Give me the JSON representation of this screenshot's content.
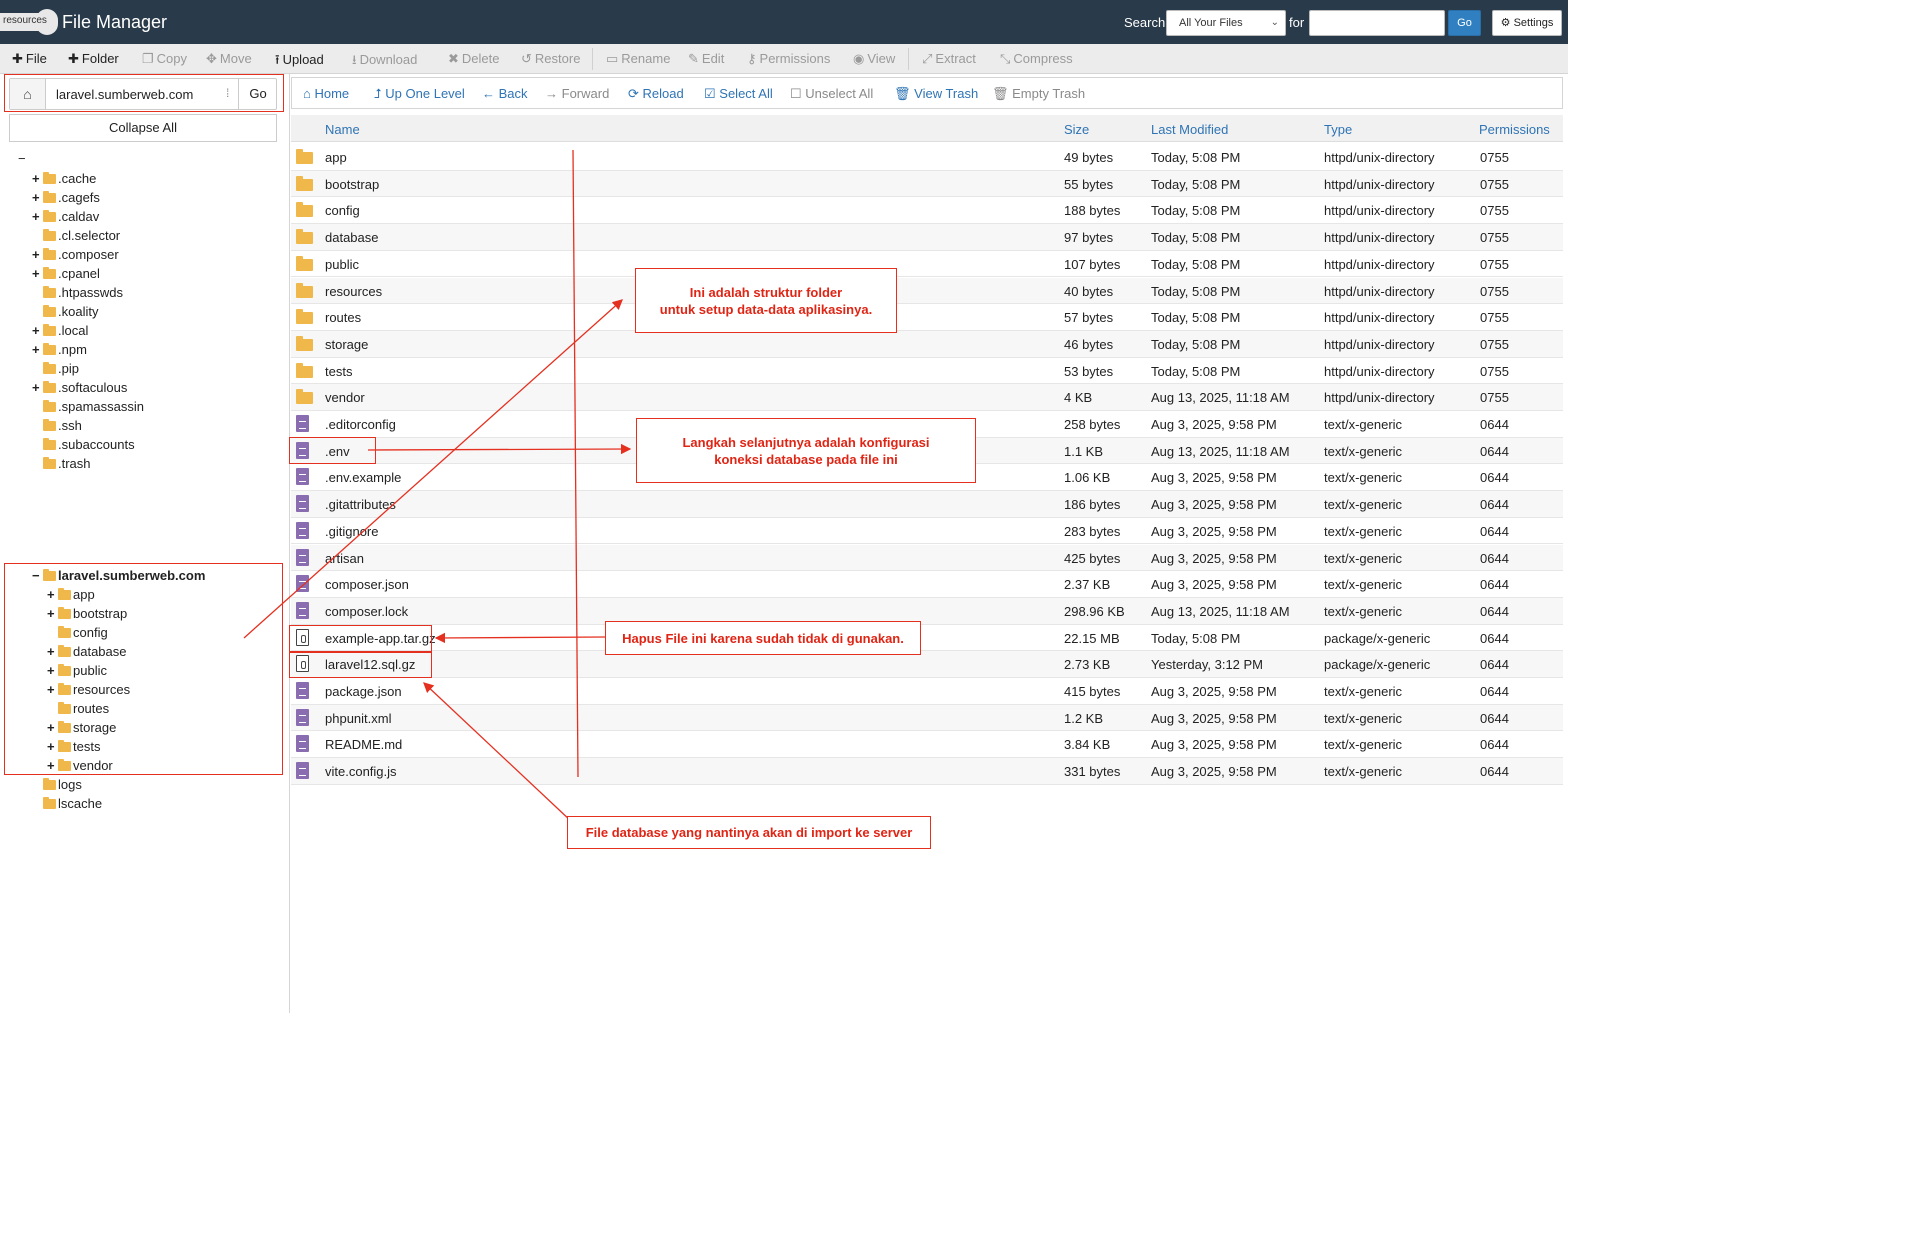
{
  "header": {
    "badge": "resources",
    "title": "File Manager",
    "search_label": "Search",
    "search_scope": "All Your Files",
    "for_label": "for",
    "search_value": "",
    "go_label": "Go",
    "settings_label": "Settings"
  },
  "toolbar": {
    "items": [
      {
        "icon": "plus-icon",
        "label": "File"
      },
      {
        "icon": "plus-icon",
        "label": "Folder"
      },
      {
        "icon": "copy-icon",
        "label": "Copy"
      },
      {
        "icon": "move-icon",
        "label": "Move"
      },
      {
        "icon": "upload-icon",
        "label": "Upload"
      },
      {
        "icon": "download-icon",
        "label": "Download"
      },
      {
        "icon": "delete-icon",
        "label": "Delete"
      },
      {
        "icon": "restore-icon",
        "label": "Restore"
      },
      {
        "icon": "rename-icon",
        "label": "Rename"
      },
      {
        "icon": "edit-icon",
        "label": "Edit"
      },
      {
        "icon": "key-icon",
        "label": "Permissions"
      },
      {
        "icon": "eye-icon",
        "label": "View"
      },
      {
        "icon": "extract-icon",
        "label": "Extract"
      },
      {
        "icon": "compress-icon",
        "label": "Compress"
      }
    ]
  },
  "sidebar": {
    "path_value": "laravel.sumberweb.com",
    "go_label": "Go",
    "collapse_label": "Collapse All",
    "root_symbol": "−",
    "tree": [
      {
        "label": ".cache",
        "expand": "+"
      },
      {
        "label": ".cagefs",
        "expand": "+"
      },
      {
        "label": ".caldav",
        "expand": "+"
      },
      {
        "label": ".cl.selector",
        "expand": ""
      },
      {
        "label": ".composer",
        "expand": "+"
      },
      {
        "label": ".cpanel",
        "expand": "+"
      },
      {
        "label": ".htpasswds",
        "expand": ""
      },
      {
        "label": ".koality",
        "expand": ""
      },
      {
        "label": ".local",
        "expand": "+"
      },
      {
        "label": ".npm",
        "expand": "+"
      },
      {
        "label": ".pip",
        "expand": ""
      },
      {
        "label": ".softaculous",
        "expand": "+"
      },
      {
        "label": ".spamassassin",
        "expand": ""
      },
      {
        "label": ".ssh",
        "expand": ""
      },
      {
        "label": ".subaccounts",
        "expand": ""
      },
      {
        "label": ".trash",
        "expand": ""
      }
    ],
    "site": {
      "label": "laravel.sumberweb.com",
      "expand": "−",
      "children": [
        {
          "label": "app",
          "expand": "+"
        },
        {
          "label": "bootstrap",
          "expand": "+"
        },
        {
          "label": "config",
          "expand": ""
        },
        {
          "label": "database",
          "expand": "+"
        },
        {
          "label": "public",
          "expand": "+"
        },
        {
          "label": "resources",
          "expand": "+"
        },
        {
          "label": "routes",
          "expand": ""
        },
        {
          "label": "storage",
          "expand": "+"
        },
        {
          "label": "tests",
          "expand": "+"
        },
        {
          "label": "vendor",
          "expand": "+"
        }
      ]
    },
    "after": [
      {
        "label": "logs",
        "expand": ""
      },
      {
        "label": "lscache",
        "expand": ""
      }
    ]
  },
  "navbar": {
    "items": [
      {
        "icon": "home-icon",
        "label": "Home",
        "enabled": true
      },
      {
        "icon": "up-level-icon",
        "label": "Up One Level",
        "enabled": true
      },
      {
        "icon": "back-icon",
        "label": "Back",
        "enabled": true
      },
      {
        "icon": "forward-icon",
        "label": "Forward",
        "enabled": false
      },
      {
        "icon": "reload-icon",
        "label": "Reload",
        "enabled": true
      },
      {
        "icon": "checkbox-checked-icon",
        "label": "Select All",
        "enabled": true
      },
      {
        "icon": "checkbox-empty-icon",
        "label": "Unselect All",
        "enabled": false
      },
      {
        "icon": "trash-icon",
        "label": "View Trash",
        "enabled": true
      },
      {
        "icon": "trash-icon",
        "label": "Empty Trash",
        "enabled": false
      }
    ]
  },
  "table": {
    "columns": [
      "Name",
      "Size",
      "Last Modified",
      "Type",
      "Permissions"
    ],
    "rows": [
      {
        "icon": "folder-icon",
        "name": "app",
        "size": "49 bytes",
        "modified": "Today, 5:08 PM",
        "type": "httpd/unix-directory",
        "perms": "0755"
      },
      {
        "icon": "folder-icon",
        "name": "bootstrap",
        "size": "55 bytes",
        "modified": "Today, 5:08 PM",
        "type": "httpd/unix-directory",
        "perms": "0755"
      },
      {
        "icon": "folder-icon",
        "name": "config",
        "size": "188 bytes",
        "modified": "Today, 5:08 PM",
        "type": "httpd/unix-directory",
        "perms": "0755"
      },
      {
        "icon": "folder-icon",
        "name": "database",
        "size": "97 bytes",
        "modified": "Today, 5:08 PM",
        "type": "httpd/unix-directory",
        "perms": "0755"
      },
      {
        "icon": "folder-icon",
        "name": "public",
        "size": "107 bytes",
        "modified": "Today, 5:08 PM",
        "type": "httpd/unix-directory",
        "perms": "0755"
      },
      {
        "icon": "folder-icon",
        "name": "resources",
        "size": "40 bytes",
        "modified": "Today, 5:08 PM",
        "type": "httpd/unix-directory",
        "perms": "0755"
      },
      {
        "icon": "folder-icon",
        "name": "routes",
        "size": "57 bytes",
        "modified": "Today, 5:08 PM",
        "type": "httpd/unix-directory",
        "perms": "0755"
      },
      {
        "icon": "folder-icon",
        "name": "storage",
        "size": "46 bytes",
        "modified": "Today, 5:08 PM",
        "type": "httpd/unix-directory",
        "perms": "0755"
      },
      {
        "icon": "folder-icon",
        "name": "tests",
        "size": "53 bytes",
        "modified": "Today, 5:08 PM",
        "type": "httpd/unix-directory",
        "perms": "0755"
      },
      {
        "icon": "folder-icon",
        "name": "vendor",
        "size": "4 KB",
        "modified": "Aug 13, 2025, 11:18 AM",
        "type": "httpd/unix-directory",
        "perms": "0755"
      },
      {
        "icon": "text-file-icon",
        "name": ".editorconfig",
        "size": "258 bytes",
        "modified": "Aug 3, 2025, 9:58 PM",
        "type": "text/x-generic",
        "perms": "0644"
      },
      {
        "icon": "text-file-icon",
        "name": ".env",
        "size": "1.1 KB",
        "modified": "Aug 13, 2025, 11:18 AM",
        "type": "text/x-generic",
        "perms": "0644"
      },
      {
        "icon": "text-file-icon",
        "name": ".env.example",
        "size": "1.06 KB",
        "modified": "Aug 3, 2025, 9:58 PM",
        "type": "text/x-generic",
        "perms": "0644"
      },
      {
        "icon": "text-file-icon",
        "name": ".gitattributes",
        "size": "186 bytes",
        "modified": "Aug 3, 2025, 9:58 PM",
        "type": "text/x-generic",
        "perms": "0644"
      },
      {
        "icon": "text-file-icon",
        "name": ".gitignore",
        "size": "283 bytes",
        "modified": "Aug 3, 2025, 9:58 PM",
        "type": "text/x-generic",
        "perms": "0644"
      },
      {
        "icon": "text-file-icon",
        "name": "artisan",
        "size": "425 bytes",
        "modified": "Aug 3, 2025, 9:58 PM",
        "type": "text/x-generic",
        "perms": "0644"
      },
      {
        "icon": "text-file-icon",
        "name": "composer.json",
        "size": "2.37 KB",
        "modified": "Aug 3, 2025, 9:58 PM",
        "type": "text/x-generic",
        "perms": "0644"
      },
      {
        "icon": "text-file-icon",
        "name": "composer.lock",
        "size": "298.96 KB",
        "modified": "Aug 13, 2025, 11:18 AM",
        "type": "text/x-generic",
        "perms": "0644"
      },
      {
        "icon": "archive-file-icon",
        "name": "example-app.tar.gz",
        "size": "22.15 MB",
        "modified": "Today, 5:08 PM",
        "type": "package/x-generic",
        "perms": "0644"
      },
      {
        "icon": "archive-file-icon",
        "name": "laravel12.sql.gz",
        "size": "2.73 KB",
        "modified": "Yesterday, 3:12 PM",
        "type": "package/x-generic",
        "perms": "0644"
      },
      {
        "icon": "text-file-icon",
        "name": "package.json",
        "size": "415 bytes",
        "modified": "Aug 3, 2025, 9:58 PM",
        "type": "text/x-generic",
        "perms": "0644"
      },
      {
        "icon": "text-file-icon",
        "name": "phpunit.xml",
        "size": "1.2 KB",
        "modified": "Aug 3, 2025, 9:58 PM",
        "type": "text/x-generic",
        "perms": "0644"
      },
      {
        "icon": "text-file-icon",
        "name": "README.md",
        "size": "3.84 KB",
        "modified": "Aug 3, 2025, 9:58 PM",
        "type": "text/x-generic",
        "perms": "0644"
      },
      {
        "icon": "text-file-icon",
        "name": "vite.config.js",
        "size": "331 bytes",
        "modified": "Aug 3, 2025, 9:58 PM",
        "type": "text/x-generic",
        "perms": "0644"
      }
    ]
  },
  "annotations": {
    "folder_structure": "Ini adalah struktur folder\nuntuk setup data-data aplikasinya.",
    "env_config": "Langkah selanjutnya adalah konfigurasi\nkoneksi database pada file ini",
    "delete_file": "Hapus File ini karena sudah tidak di gunakan.",
    "database_file": "File database yang nantinya akan di import ke server"
  },
  "colors": {
    "header_bg": "#293a4a",
    "link_blue": "#2f74b5",
    "folder": "#f0b84a",
    "text_file": "#8a6db0",
    "annotation_red": "#e53020"
  }
}
